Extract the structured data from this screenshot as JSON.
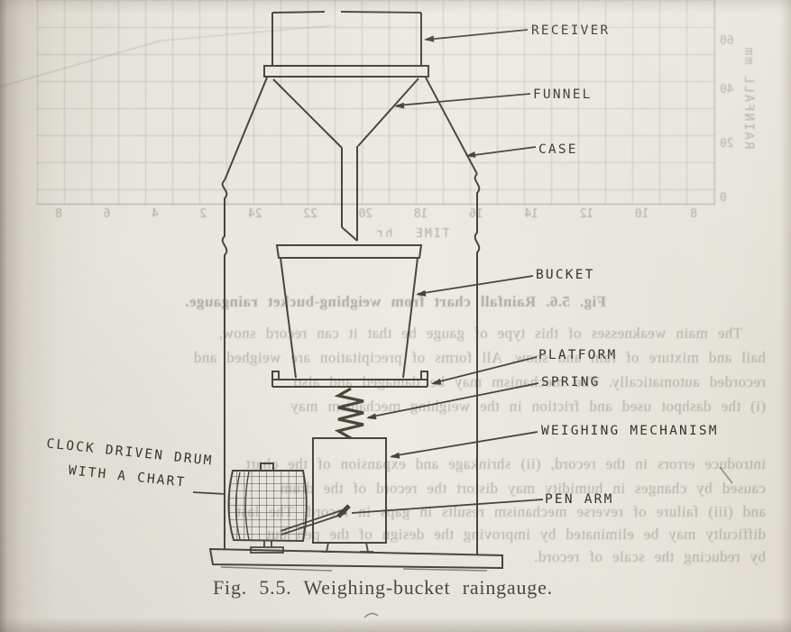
{
  "figure": {
    "caption": "Fig. 5.5. Weighing-bucket raingauge.",
    "labels": {
      "receiver": "RECEIVER",
      "funnel": "FUNNEL",
      "case": "CASE",
      "bucket": "BUCKET",
      "platform": "PLATFORM",
      "spring": "SPRING",
      "weighing_mechanism": "WEIGHING MECHANISM",
      "pen_arm": "PEN ARM",
      "drum_line1": "CLOCK DRIVEN DRUM",
      "drum_line2": "WITH A CHART"
    }
  },
  "bleed_through": {
    "chart": {
      "type": "line",
      "ylabel": "RAINFALL mm",
      "yticks": [
        "60",
        "40",
        "20",
        "0"
      ],
      "xticks": [
        "8",
        "10",
        "12",
        "14",
        "16",
        "18",
        "20",
        "22",
        "24",
        "2",
        "4",
        "6",
        "8"
      ],
      "xlabel": "TIME hr"
    },
    "text_lines": [
      "Fig. 5.6. Rainfall chart from weighing-bucket raingauge.",
      "The main weaknesses of this type of gauge be that it can record snow,",
      "hail and mixture of rain and snow. All forms of precipitation are weighed and",
      "recorded automatically. The mechanism may be damaged and also",
      "(i) the dashpot used and friction in the weighing mechanism may",
      "introduce errors in the record, (ii) shrinkage and expansion of the chart",
      "caused by changes in humidity may distort the record of the drum",
      "and (iii) failure of reverse mechanism results in gaps in record. The last",
      "difficulty may be eliminated by improving the design of the pen but",
      "by reducing the scale of record."
    ]
  }
}
